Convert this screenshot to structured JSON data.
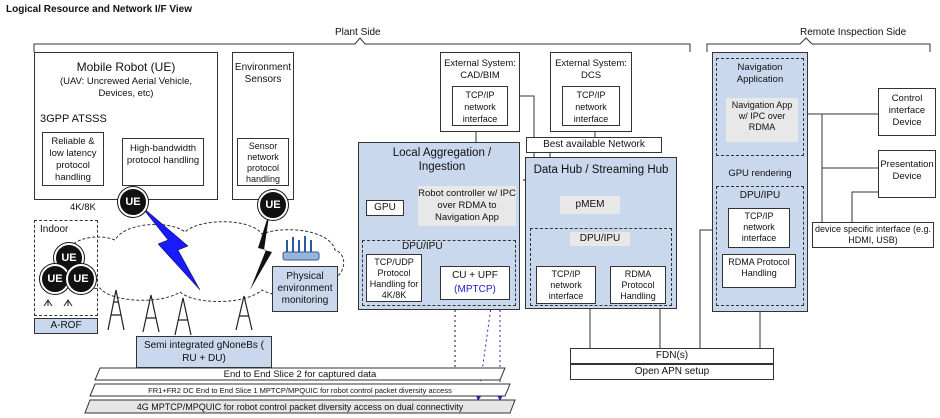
{
  "title": "Logical Resource and Network I/F View",
  "plant_side": "Plant Side",
  "remote_side": "Remote Inspection Side",
  "robot": {
    "title": "Mobile Robot (UE)",
    "subtitle": "(UAV: Uncrewed Aerial Vehicle, Devices, etc)",
    "atsss": "3GPP ATSSS",
    "reliable": "Reliable & low latency protocol handling",
    "highbw": "High-bandwidth protocol handling",
    "res": "4K/8K"
  },
  "env": {
    "title": "Environment Sensors",
    "sensor": "Sensor network protocol handling"
  },
  "ext_cad": {
    "title": "External System: CAD/BIM",
    "tcp": "TCP/IP network interface"
  },
  "ext_dcs": {
    "title": "External System: DCS",
    "tcp": "TCP/IP network interface"
  },
  "best_network": "Best available Network",
  "local": {
    "title": "Local Aggregation / Ingestion",
    "gpu": "GPU",
    "robot_ctrl": "Robot controller w/ IPC over RDMA to Navigation App",
    "dpu": "DPU/IPU",
    "tcpudp": "TCP/UDP Protocol Handling for 4K/8K",
    "cuupf": "CU + UPF",
    "mptcp": "(MPTCP)"
  },
  "hub": {
    "title": "Data Hub / Streaming Hub",
    "pmem": "pMEM",
    "dpu": "DPU/IPU",
    "tcp": "TCP/IP network interface",
    "rdma": "RDMA Protocol Handling"
  },
  "nav": {
    "title": "Navigation Application",
    "app": "Navigation App w/ IPC over RDMA",
    "gpu": "GPU rendering",
    "dpu": "DPU/IPU",
    "tcp": "TCP/IP network interface",
    "rdma": "RDMA Protocol Handling"
  },
  "control_device": "Control interface Device",
  "presentation_device": "Presentation Device",
  "device_if": "device specific interface (e.g. HDMI, USB)",
  "indoor": "Indoor",
  "arof": "A-ROF",
  "gnb": "Semi integrated gNoneBs ( RU + DU)",
  "physical": "Physical environment monitoring",
  "ue": "UE",
  "fdn": "FDN(s)",
  "open_apn": "Open APN setup",
  "slice2": "End to End Slice 2  for  captured data",
  "slice1": "FR1+FR2 DC End to End Slice 1 MPTCP/MPQUIC for robot control packet diversity access",
  "slice4g": "4G MPTCP/MPQUIC for robot control packet diversity access  on dual connectivity",
  "colors": {
    "blue_fill": "#c9d8ec",
    "gray_fill": "#e8e8e8",
    "bolt": "#1a1aff",
    "mptcp": "#2222cc"
  }
}
